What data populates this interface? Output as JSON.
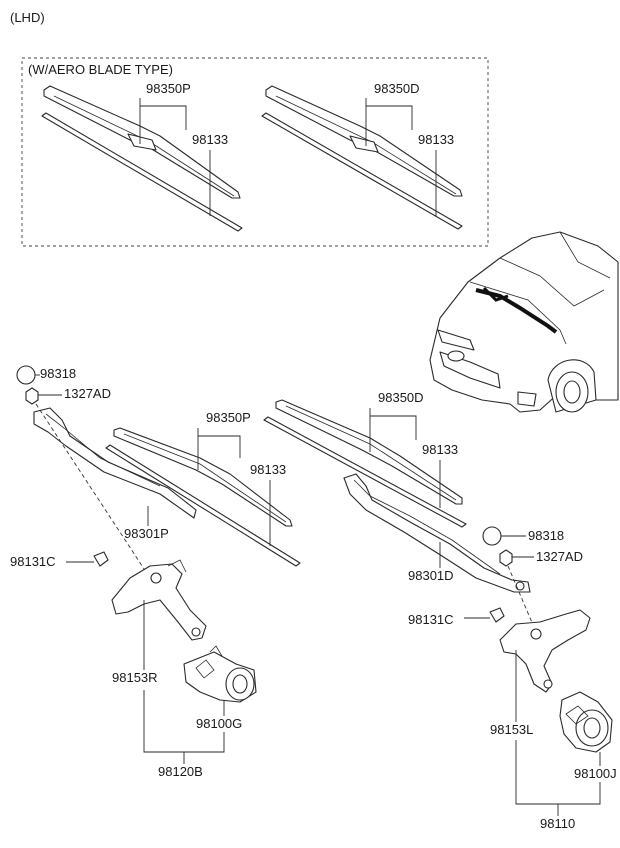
{
  "header": {
    "variant": "(LHD)"
  },
  "aero_box": {
    "title": "(W/AERO BLADE TYPE)"
  },
  "labels": {
    "aero_left_blade": "98350P",
    "aero_left_rubber": "98133",
    "aero_right_blade": "98350D",
    "aero_right_rubber": "98133",
    "cap_left": "98318",
    "nut_left": "1327AD",
    "blade_left": "98350P",
    "rubber_left": "98133",
    "arm_left": "98301P",
    "blade_right": "98350D",
    "rubber_right": "98133",
    "cap_right": "98318",
    "nut_right": "1327AD",
    "arm_right": "98301D",
    "bolt_left": "98131C",
    "bolt_right": "98131C",
    "linkage_left": "98153R",
    "motor_left": "98100G",
    "assy_left": "98120B",
    "linkage_right": "98153L",
    "motor_right": "98100J",
    "assy_right": "98110"
  }
}
